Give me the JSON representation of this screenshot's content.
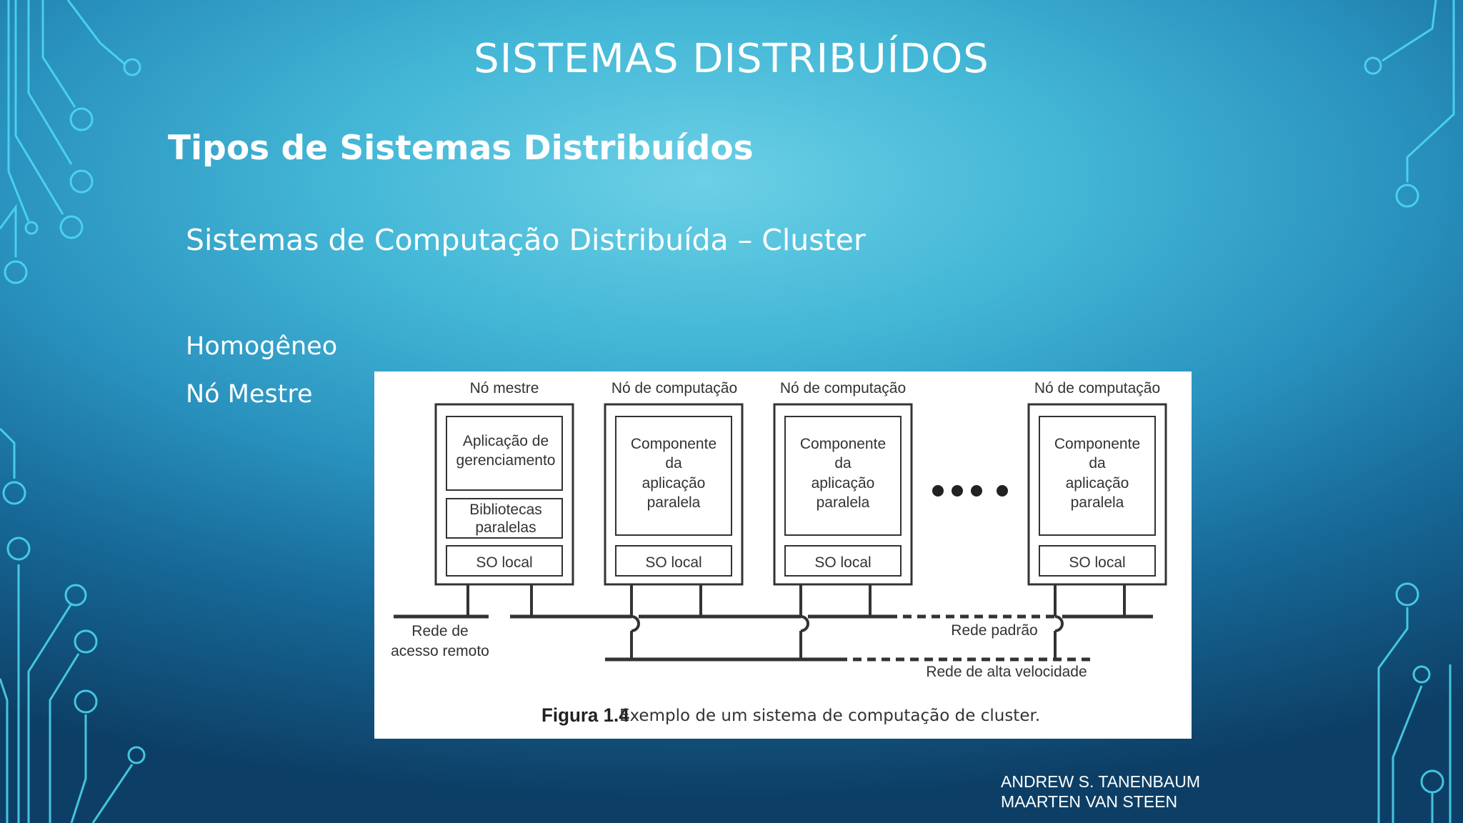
{
  "slide": {
    "title": "SISTEMAS DISTRIBUÍDOS",
    "subtitle": "Tipos de Sistemas Distribuídos",
    "section": "Sistemas de Computação Distribuída – Cluster",
    "bullets": [
      "Homogêneo",
      "Nó Mestre"
    ],
    "credits": [
      "ANDREW S. TANENBAUM",
      "MAARTEN VAN STEEN"
    ]
  },
  "diagram": {
    "master": {
      "label": "Nó mestre",
      "app": [
        "Aplicação de",
        "gerenciamento"
      ],
      "libs": [
        "Bibliotecas",
        "paralelas"
      ],
      "os": "SO local"
    },
    "compute_label": "Nó de computação",
    "compute_component": [
      "Componente",
      "da",
      "aplicação",
      "paralela"
    ],
    "compute_os": "SO local",
    "remote_network": [
      "Rede de",
      "acesso remoto"
    ],
    "standard_network": "Rede padrão",
    "high_speed_network": "Rede de alta velocidade",
    "caption_label": "Figura 1.4",
    "caption_text": "Exemplo de um sistema de computação de cluster."
  },
  "colors": {
    "accent_line": "#3fd0f0",
    "text": "#ffffff"
  }
}
